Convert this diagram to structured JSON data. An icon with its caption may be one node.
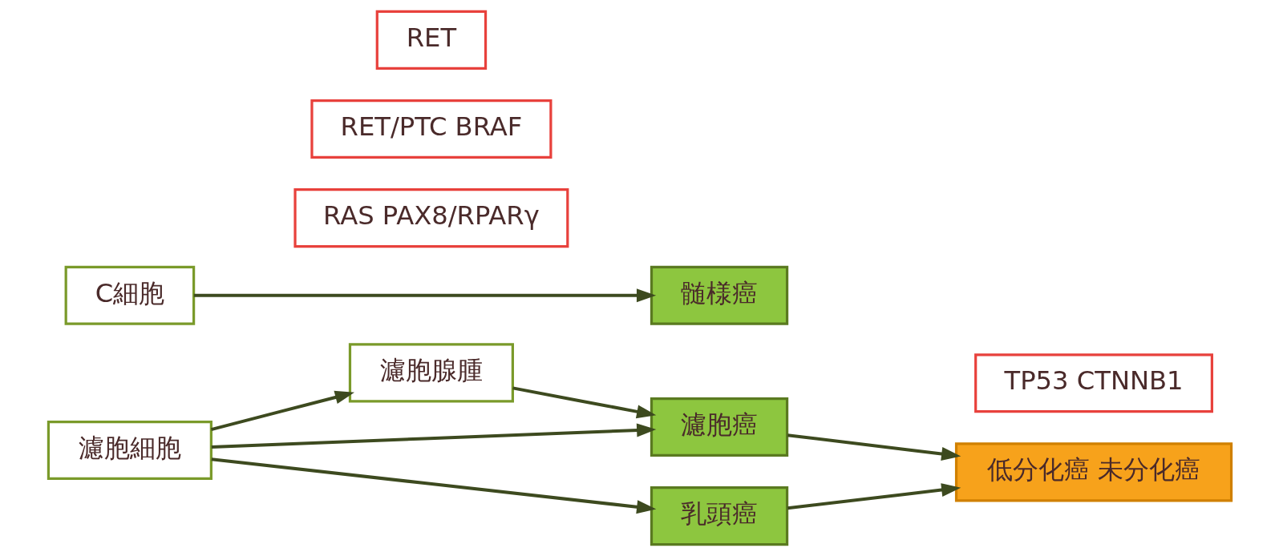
{
  "diagram": {
    "nodes": [
      {
        "text": [
          "濾胞細胞"
        ]
      },
      {
        "text": [
          "濾胞腺腫"
        ]
      },
      {
        "text": [
          "濾胞癌"
        ]
      },
      {
        "text": [
          "乳頭癌"
        ]
      },
      {
        "text": [
          "低分化癌 未分化癌"
        ]
      },
      {
        "text": [
          "C細胞"
        ]
      },
      {
        "text": [
          "髄様癌"
        ]
      },
      {
        "text": [
          "RAS PAX8/RPARγ"
        ]
      },
      {
        "text": [
          "RET/PTC BRAF"
        ]
      },
      {
        "text": [
          "TP53 CTNNB1"
        ]
      },
      {
        "text": [
          "RET"
        ]
      }
    ],
    "edges": [
      {
        "from": 0,
        "to": 1,
        "arrow": "to"
      },
      {
        "from": 0,
        "to": 2,
        "arrow": "to"
      },
      {
        "from": 0,
        "to": 3,
        "arrow": "to"
      },
      {
        "from": 1,
        "to": 2,
        "arrow": "to"
      },
      {
        "from": 2,
        "to": 4,
        "arrow": "to"
      },
      {
        "from": 3,
        "to": 4,
        "arrow": "to"
      },
      {
        "from": 5,
        "to": 6,
        "arrow": "to"
      }
    ]
  }
}
